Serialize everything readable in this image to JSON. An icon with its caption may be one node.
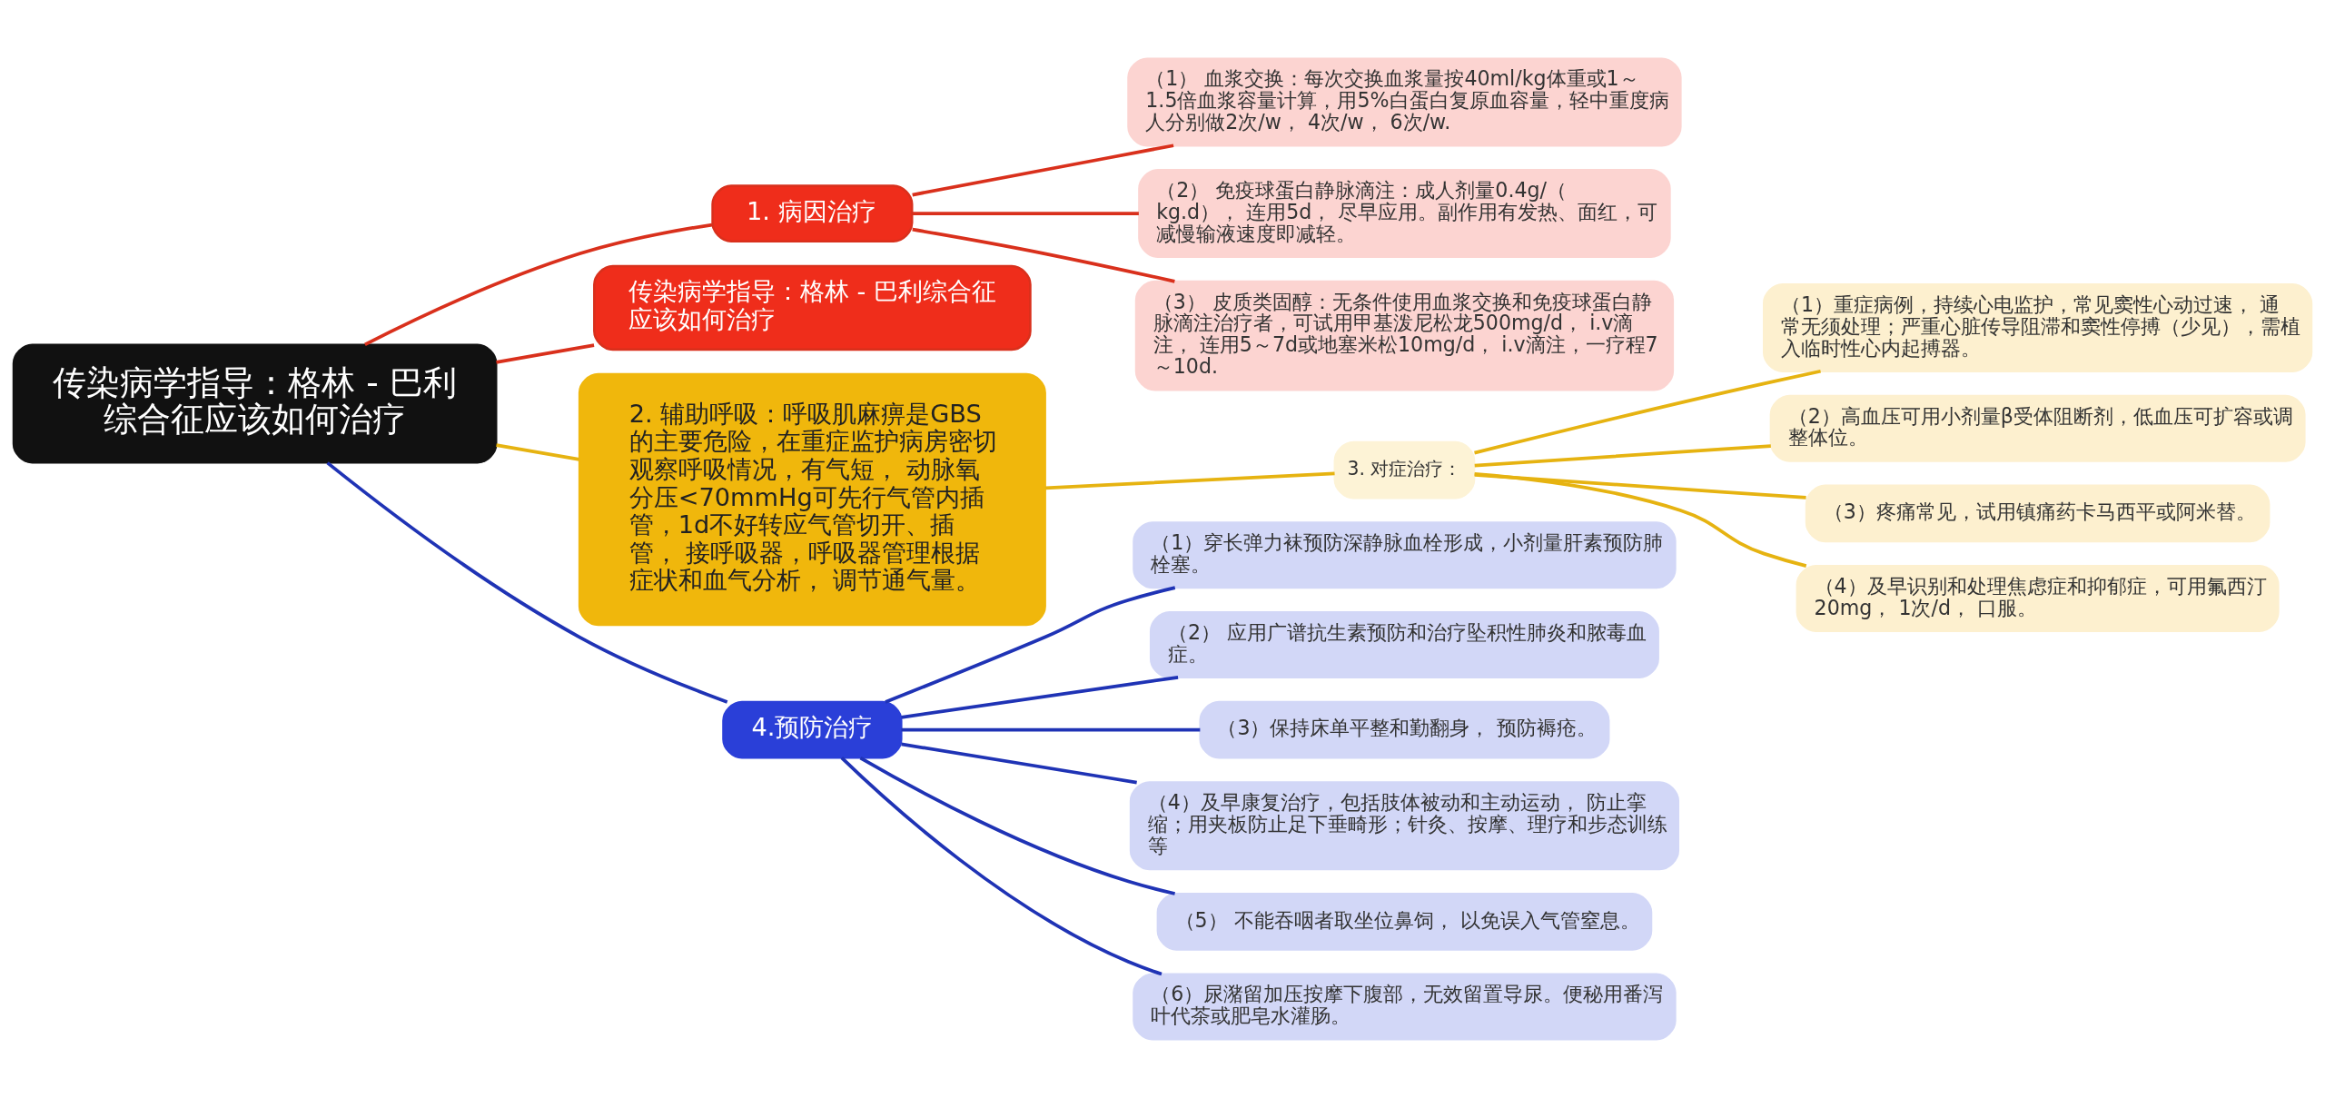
{
  "diagram": {
    "nodes": [
      {
        "text": [
          "传染病学指导：格林 - 巴利综合征应该如何治疗"
        ]
      },
      {
        "text": [
          "1. 病因治疗"
        ]
      },
      {
        "text": [
          "（1） 血浆交换：每次交换血浆量按40ml/kg体重或1～1.5倍血浆容量计算，用5%白蛋白复原血容量，轻中重度病人分别做2次/w， 4次/w， 6次/w."
        ]
      },
      {
        "text": [
          "（2） 免疫球蛋白静脉滴注：成人剂量0.4g/（kg.d）， 连用5d， 尽早应用。副作用有发热、面红，可减慢输液速度即减轻。"
        ]
      },
      {
        "text": [
          "（3） 皮质类固醇：无条件使用血浆交换和免疫球蛋白静脉滴注治疗者，可试用甲基泼尼松龙500mg/d， i.v滴注， 连用5～7d或地塞米松10mg/d， i.v滴注，一疗程7～10d."
        ]
      },
      {
        "text": [
          "传染病学指导：格林 - 巴利综合征应该如何治疗"
        ]
      },
      {
        "text": [
          "2. 辅助呼吸：呼吸肌麻痹是GBS的主要危险，在重症监护病房密切观察呼吸情况，有气短， 动脉氧分压<70mmHg可先行气管内插管，1d不好转应气管切开、插管， 接呼吸器，呼吸器管理根据症状和血气分析， 调节通气量。"
        ]
      },
      {
        "text": [
          "3. 对症治疗："
        ]
      },
      {
        "text": [
          "（1）重症病例，持续心电监护，常见窦性心动过速， 通常无须处理；严重心脏传导阻滞和窦性停搏（少见），需植入临时性心内起搏器。"
        ]
      },
      {
        "text": [
          "（2）高血压可用小剂量β受体阻断剂，低血压可扩容或调整体位。"
        ]
      },
      {
        "text": [
          "（3）疼痛常见，试用镇痛药卡马西平或阿米替。"
        ]
      },
      {
        "text": [
          "（4）及早识别和处理焦虑症和抑郁症，可用氟西汀20mg， 1次/d， 口服。"
        ]
      },
      {
        "text": [
          "4.预防治疗"
        ]
      },
      {
        "text": [
          "（1）穿长弹力袜预防深静脉血栓形成，小剂量肝素预防肺栓塞。"
        ]
      },
      {
        "text": [
          "（2） 应用广谱抗生素预防和治疗坠积性肺炎和脓毒血症。"
        ]
      },
      {
        "text": [
          "（3）保持床单平整和勤翻身， 预防褥疮。"
        ]
      },
      {
        "text": [
          "（4）及早康复治疗，包括肢体被动和主动运动， 防止挛缩；用夹板防止足下垂畸形；针灸、按摩、理疗和步态训练等"
        ]
      },
      {
        "text": [
          "（5） 不能吞咽者取坐位鼻饲， 以免误入气管窒息。"
        ]
      },
      {
        "text": [
          "（6）尿潴留加压按摩下腹部，无效留置导尿。便秘用番泻叶代茶或肥皂水灌肠。"
        ]
      }
    ],
    "edges": [
      {
        "from": 0,
        "to": 1,
        "arrow": "none",
        "color": "#d9301c"
      },
      {
        "from": 1,
        "to": 2,
        "arrow": "none",
        "color": "#d9301c"
      },
      {
        "from": 1,
        "to": 3,
        "arrow": "none",
        "color": "#d9301c"
      },
      {
        "from": 1,
        "to": 4,
        "arrow": "none",
        "color": "#d9301c"
      },
      {
        "from": 0,
        "to": 5,
        "arrow": "none",
        "color": "#d9301c"
      },
      {
        "from": 0,
        "to": 6,
        "arrow": "none",
        "color": "#e6b311"
      },
      {
        "from": 6,
        "to": 7,
        "arrow": "none",
        "color": "#e6b311"
      },
      {
        "from": 7,
        "to": 8,
        "arrow": "none",
        "color": "#e6b311"
      },
      {
        "from": 7,
        "to": 9,
        "arrow": "none",
        "color": "#e6b311"
      },
      {
        "from": 7,
        "to": 10,
        "arrow": "none",
        "color": "#e6b311"
      },
      {
        "from": 7,
        "to": 11,
        "arrow": "none",
        "color": "#e6b311"
      },
      {
        "from": 0,
        "to": 12,
        "arrow": "none",
        "color": "#1f33b5"
      },
      {
        "from": 12,
        "to": 13,
        "arrow": "none",
        "color": "#1f33b5"
      },
      {
        "from": 12,
        "to": 14,
        "arrow": "none",
        "color": "#1f33b5"
      },
      {
        "from": 12,
        "to": 15,
        "arrow": "none",
        "color": "#1f33b5"
      },
      {
        "from": 12,
        "to": 16,
        "arrow": "none",
        "color": "#1f33b5"
      },
      {
        "from": 12,
        "to": 17,
        "arrow": "none",
        "color": "#1f33b5"
      },
      {
        "from": 12,
        "to": 18,
        "arrow": "none",
        "color": "#1f33b5"
      }
    ]
  }
}
